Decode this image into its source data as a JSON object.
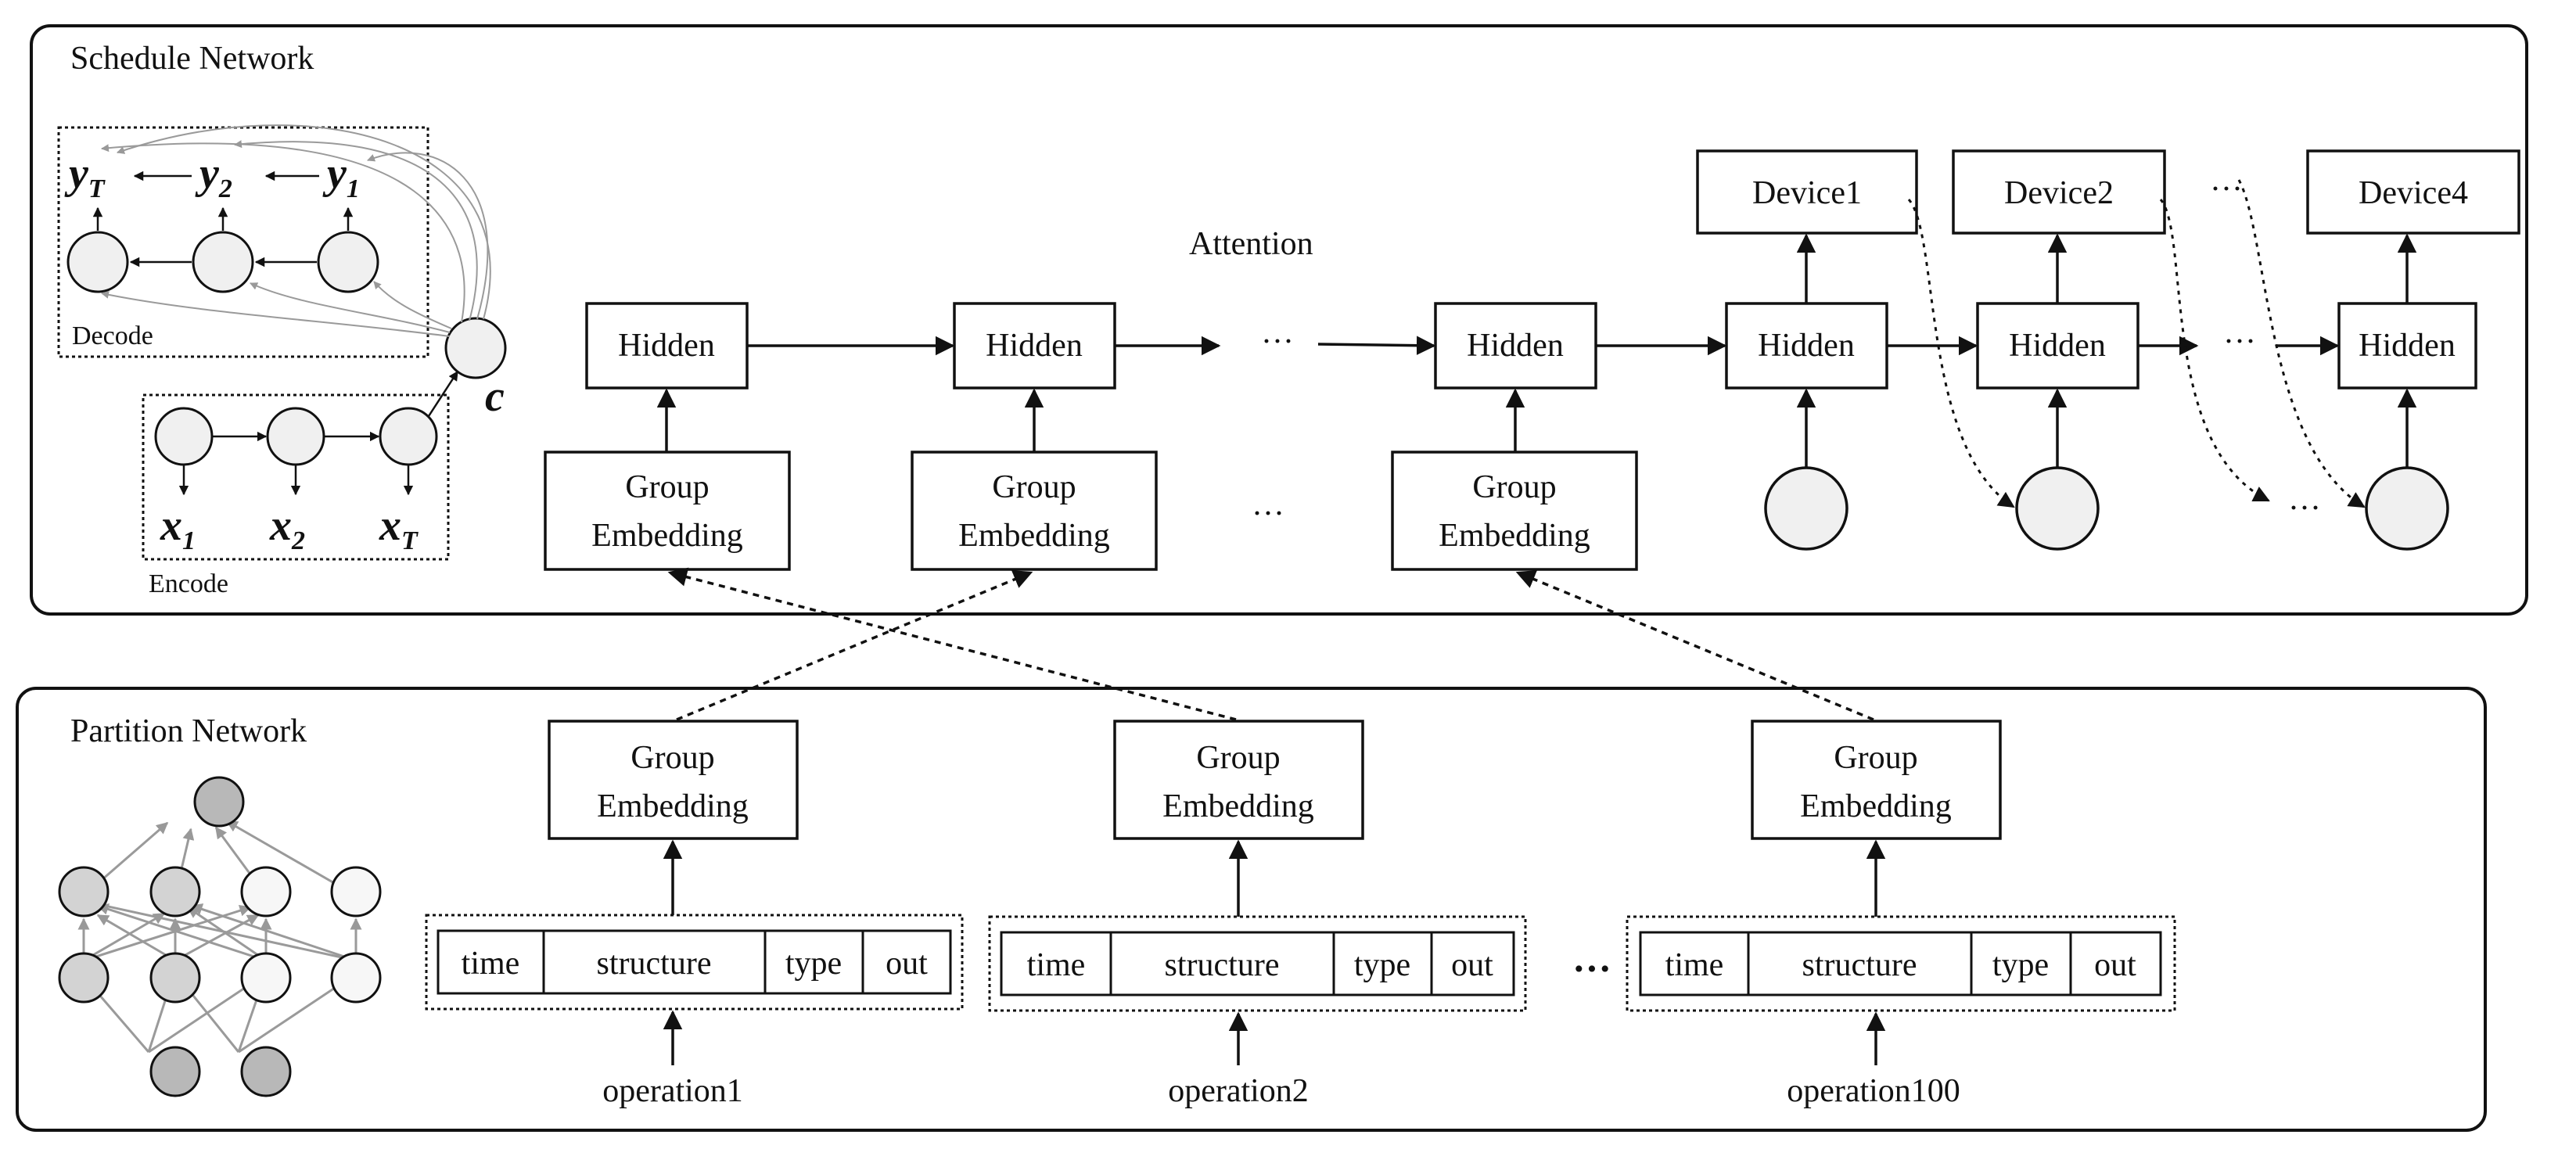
{
  "schedule": {
    "title": "Schedule Network",
    "attention_label": "Attention",
    "decode_label": "Decode",
    "encode_label": "Encode",
    "context_label": "c",
    "y_labels": [
      {
        "base": "y",
        "sub": "T"
      },
      {
        "base": "y",
        "sub": "2"
      },
      {
        "base": "y",
        "sub": "1"
      }
    ],
    "x_labels": [
      {
        "base": "x",
        "sub": "1"
      },
      {
        "base": "x",
        "sub": "2"
      },
      {
        "base": "x",
        "sub": "T"
      }
    ],
    "hidden_label": "Hidden",
    "group_embedding_line1": "Group",
    "group_embedding_line2": "Embedding",
    "devices": [
      "Device1",
      "Device2",
      "Device4"
    ],
    "ellipsis": "···"
  },
  "partition": {
    "title": "Partition Network",
    "group_embedding_line1": "Group",
    "group_embedding_line2": "Embedding",
    "feature_fields": [
      "time",
      "structure",
      "type",
      "out"
    ],
    "operations": [
      "operation1",
      "operation2",
      "operation100"
    ],
    "ellipsis": "···"
  }
}
